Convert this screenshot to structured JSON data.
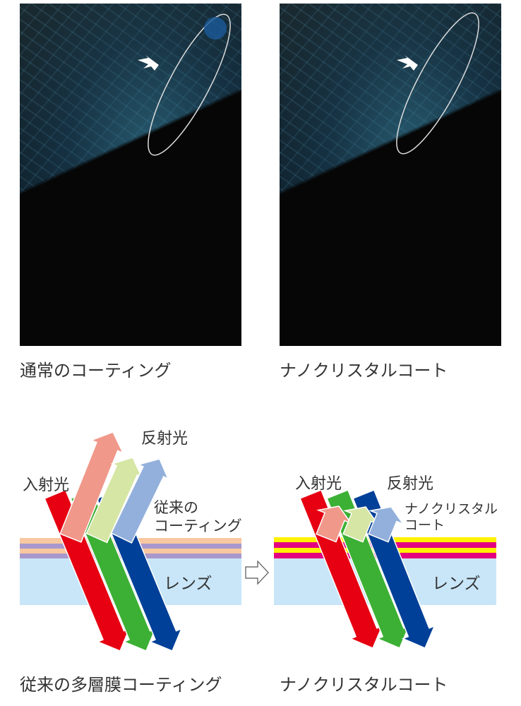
{
  "photos": {
    "left_caption": "通常のコーティング",
    "right_caption": "ナノクリスタルコート"
  },
  "diagram_left": {
    "reflected_label": "反射光",
    "incident_label": "入射光",
    "coating_label_line1": "従来の",
    "coating_label_line2": "コーティング",
    "lens_label": "レンズ",
    "caption": "従来の多層膜コーティング"
  },
  "diagram_right": {
    "incident_label": "入射光",
    "reflected_label": "反射光",
    "coating_label_line1": "ナノクリスタル",
    "coating_label_line2": "コート",
    "lens_label": "レンズ",
    "caption": "ナノクリスタルコート"
  },
  "colors": {
    "incident": [
      "#e60012",
      "#3cb034",
      "#004098"
    ],
    "reflected": [
      "#f0988a",
      "#d6e6a4",
      "#93b0dc"
    ],
    "lens": "#c8e6f8",
    "conventional_layers": [
      "#f8c8a0",
      "#a898cc"
    ],
    "nano_layers": [
      "#fff100",
      "#e4007f"
    ]
  }
}
